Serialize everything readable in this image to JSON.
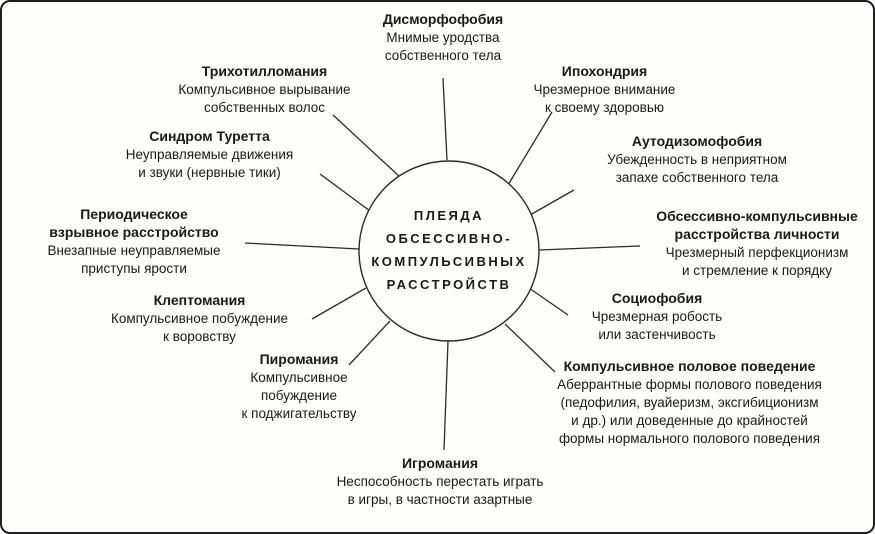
{
  "diagram": {
    "center_title": "ПЛЕЯДА\nОБСЕССИВНО-\nКОМПУЛЬСИВНЫХ\nРАССТРОЙСТВ",
    "line_color": "#2a2a2a"
  },
  "items": [
    {
      "title": "Дисморфофобия",
      "desc": "Мнимые уродства\nсобственного тела"
    },
    {
      "title": "Ипохондрия",
      "desc": "Чрезмерное внимание\nк своему здоровью"
    },
    {
      "title": "Аутодизомофобия",
      "desc": "Убежденность в неприятном\nзапахе собственного тела"
    },
    {
      "title": "Обсессивно-компульсивные\nрасстройства личности",
      "desc": "Чрезмерный перфекционизм\nи стремление к порядку"
    },
    {
      "title": "Социофобия",
      "desc": "Чрезмерная робость\nили застенчивость"
    },
    {
      "title": "Компульсивное половое поведение",
      "desc": "Аберрантные формы полового поведения\n(педофилия, вуайеризм, эксгибиционизм\nи др.) или доведенные до крайностей\nформы нормального полового поведения"
    },
    {
      "title": "Игромания",
      "desc": "Неспособность перестать играть\nв игры, в частности азартные"
    },
    {
      "title": "Пиромания",
      "desc": "Компульсивное\nпобуждение\nк поджигательству"
    },
    {
      "title": "Клептомания",
      "desc": "Компульсивное побуждение\nк воровству"
    },
    {
      "title": "Периодическое\nвзрывное расстройство",
      "desc": "Внезапные неуправляемые\nприступы ярости"
    },
    {
      "title": "Синдром Туретта",
      "desc": "Неуправляемые движения\nи звуки (нервные тики)"
    },
    {
      "title": "Трихотилломания",
      "desc": "Компульсивное вырывание\nсобственных волос"
    }
  ]
}
